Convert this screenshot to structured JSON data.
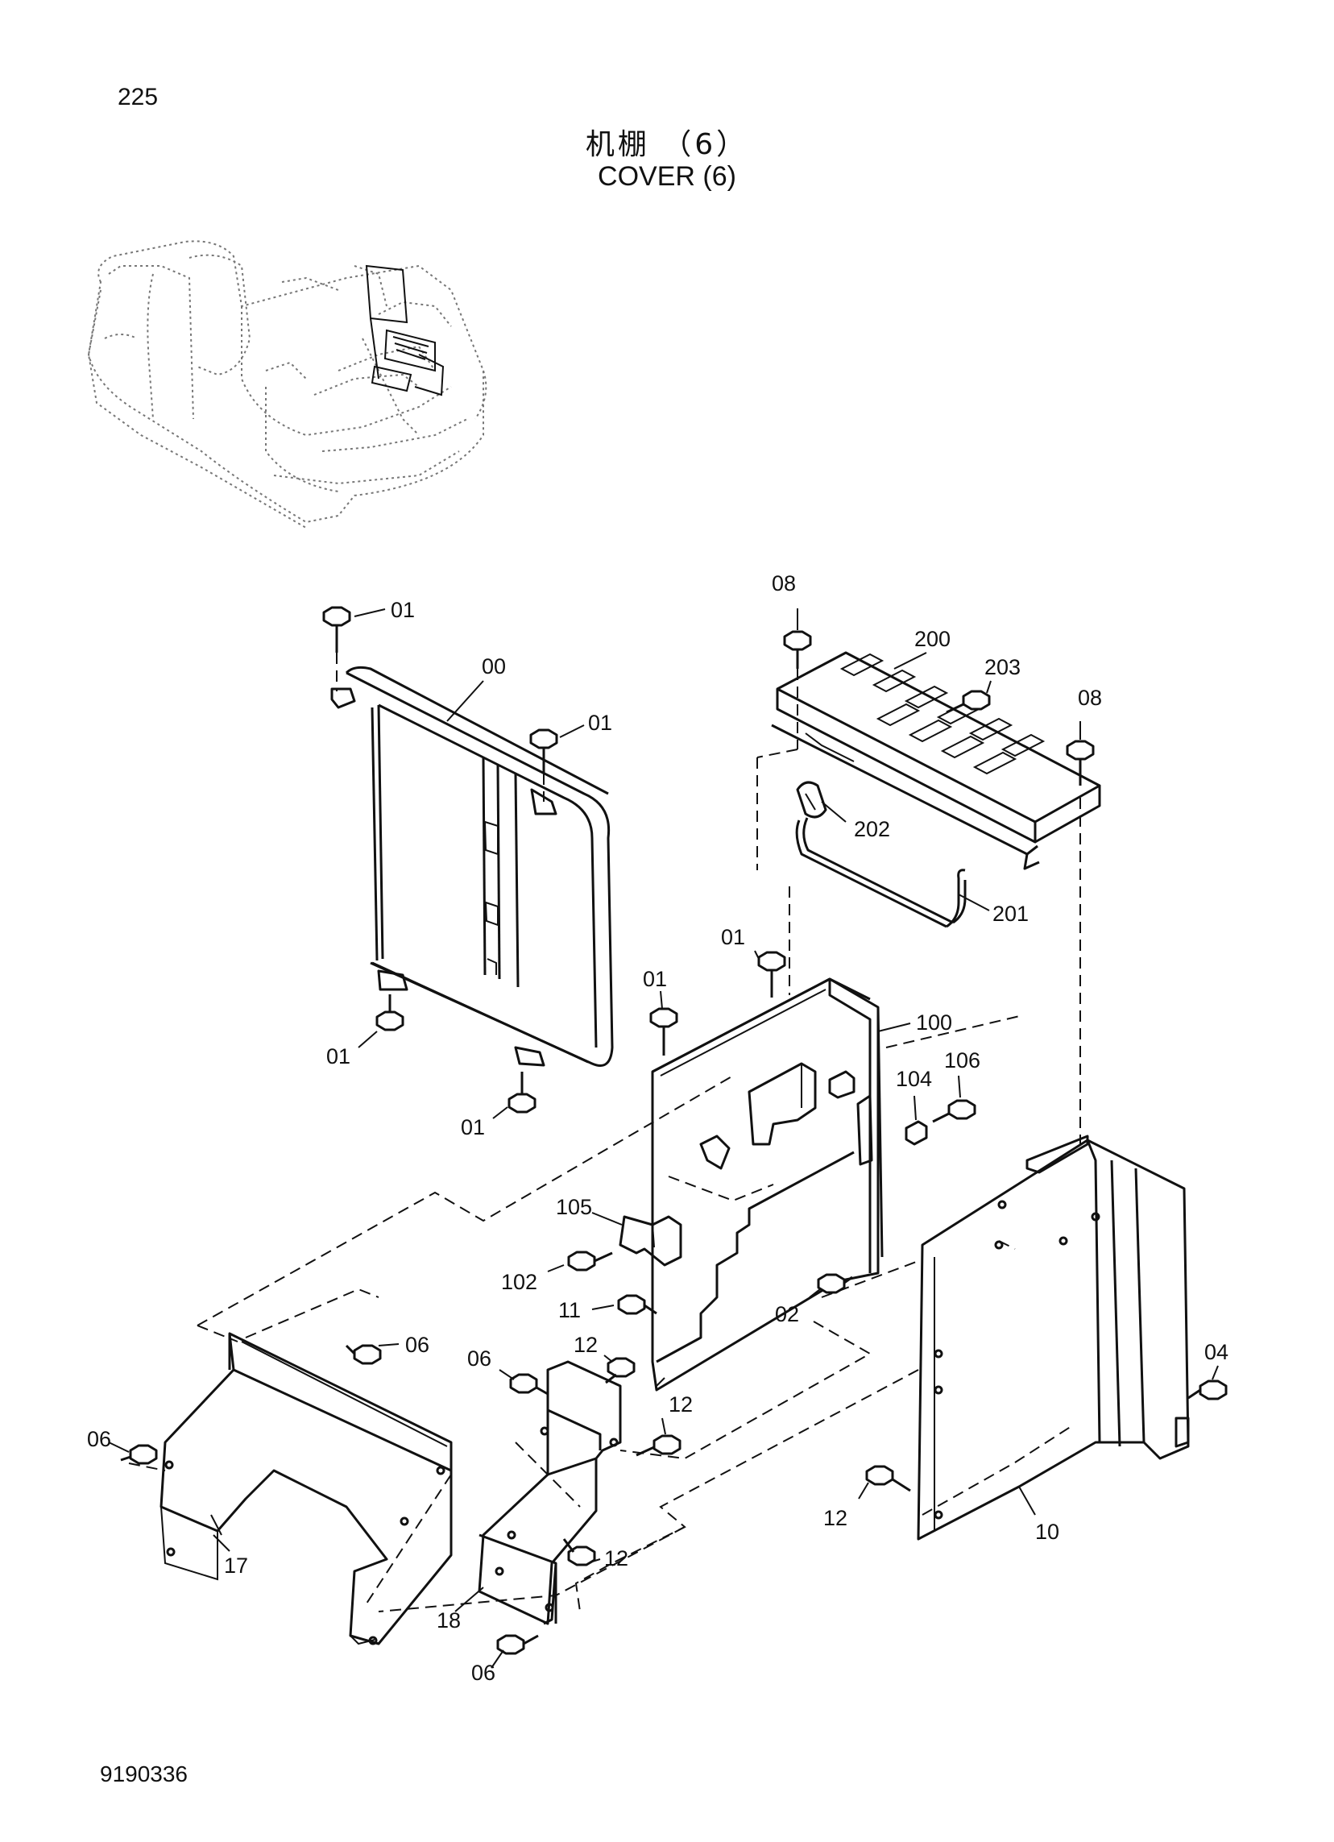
{
  "page_number": "225",
  "title_cn": "机棚 （6）",
  "title_en": "COVER (6)",
  "document_number": "9190336",
  "callouts": {
    "c01_a": "01",
    "c00": "00",
    "c01_b": "01",
    "c01_c": "01",
    "c01_d": "01",
    "c01_e": "01",
    "c01_f": "01",
    "c08_a": "08",
    "c200": "200",
    "c203": "203",
    "c08_b": "08",
    "c202": "202",
    "c201": "201",
    "c100": "100",
    "c104": "104",
    "c106": "106",
    "c105": "105",
    "c102": "102",
    "c11": "11",
    "c02": "02",
    "c06_a": "06",
    "c06_b": "06",
    "c06_c": "06",
    "c06_d": "06",
    "c12_a": "12",
    "c12_b": "12",
    "c12_c": "12",
    "c12_d": "12",
    "c04": "04",
    "c10": "10",
    "c17": "17",
    "c18": "18"
  }
}
